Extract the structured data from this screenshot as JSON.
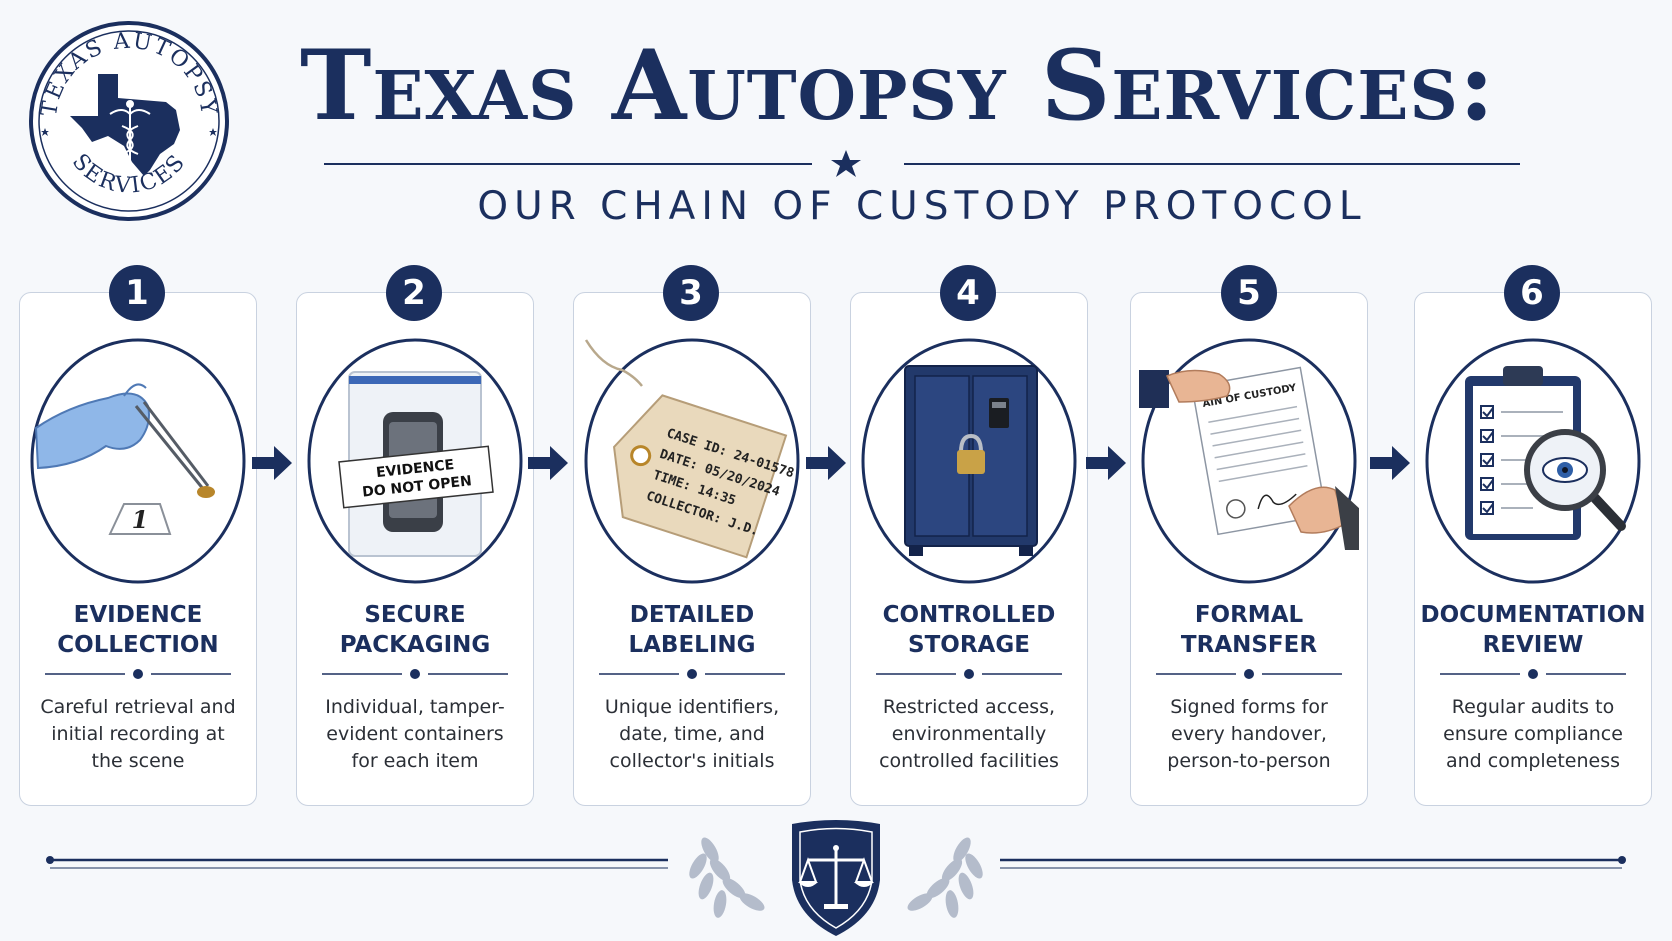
{
  "logo": {
    "top_text": "TEXAS AUTOPSY",
    "bottom_text": "SERVICES"
  },
  "header": {
    "title": "Texas Autopsy Services:",
    "subtitle": "OUR CHAIN OF CUSTODY PROTOCOL"
  },
  "colors": {
    "navy": "#1b2f5e",
    "card_border": "#c9d2e0",
    "background": "#f6f8fb"
  },
  "steps": [
    {
      "number": "1",
      "title_line1": "EVIDENCE",
      "title_line2": "COLLECTION",
      "desc": [
        "Careful retrieval and",
        "initial recording at",
        "the scene"
      ],
      "icon": "gloved-hand-tweezers-icon",
      "marker_label": "1"
    },
    {
      "number": "2",
      "title_line1": "SECURE",
      "title_line2": "PACKAGING",
      "desc": [
        "Individual, tamper-",
        "evident containers",
        "for each item"
      ],
      "icon": "evidence-bag-icon",
      "bag_label_line1": "EVIDENCE",
      "bag_label_line2": "DO NOT OPEN"
    },
    {
      "number": "3",
      "title_line1": "DETAILED",
      "title_line2": "LABELING",
      "desc": [
        "Unique identifiers,",
        "date, time, and",
        "collector's initials"
      ],
      "icon": "evidence-tag-icon",
      "tag_lines": [
        "CASE ID: 24-01578",
        "DATE: 05/20/2024",
        "TIME: 14:35",
        "COLLECTOR: J.D."
      ]
    },
    {
      "number": "4",
      "title_line1": "CONTROLLED",
      "title_line2": "STORAGE",
      "desc": [
        "Restricted access,",
        "environmentally",
        "controlled facilities"
      ],
      "icon": "locked-safe-icon"
    },
    {
      "number": "5",
      "title_line1": "FORMAL",
      "title_line2": "TRANSFER",
      "desc": [
        "Signed forms for",
        "every handover,",
        "person-to-person"
      ],
      "icon": "document-handover-icon",
      "doc_title": "AIN OF CUSTODY"
    },
    {
      "number": "6",
      "title_line1": "DOCUMENTATION",
      "title_line2": "REVIEW",
      "desc": [
        "Regular audits to",
        "ensure compliance",
        "and completeness"
      ],
      "icon": "clipboard-magnifier-icon"
    }
  ]
}
